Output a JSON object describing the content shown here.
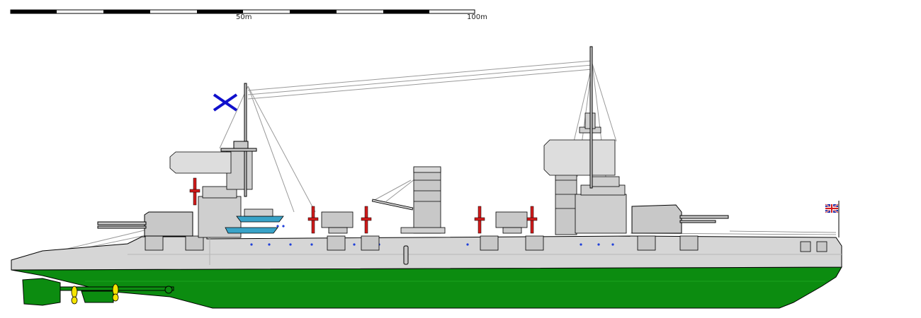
{
  "scale_bar": {
    "label_mid": "50m",
    "label_end": "100m",
    "segments": 10
  },
  "colors": {
    "hull_upper": "#d6d6d6",
    "hull_lower": "#0c8c10",
    "superstructure": "#c8c8c8",
    "outline": "#000000",
    "propeller": "#f5e400",
    "searchlight_red": "#d11b1b",
    "porthole": "#1f3fd9",
    "boat_blue": "#39a3c8",
    "jack_blue": "#1010cc"
  },
  "flags": {
    "fore": "naval-ensign-saltire-icon",
    "aft": "union-jack-icon"
  }
}
